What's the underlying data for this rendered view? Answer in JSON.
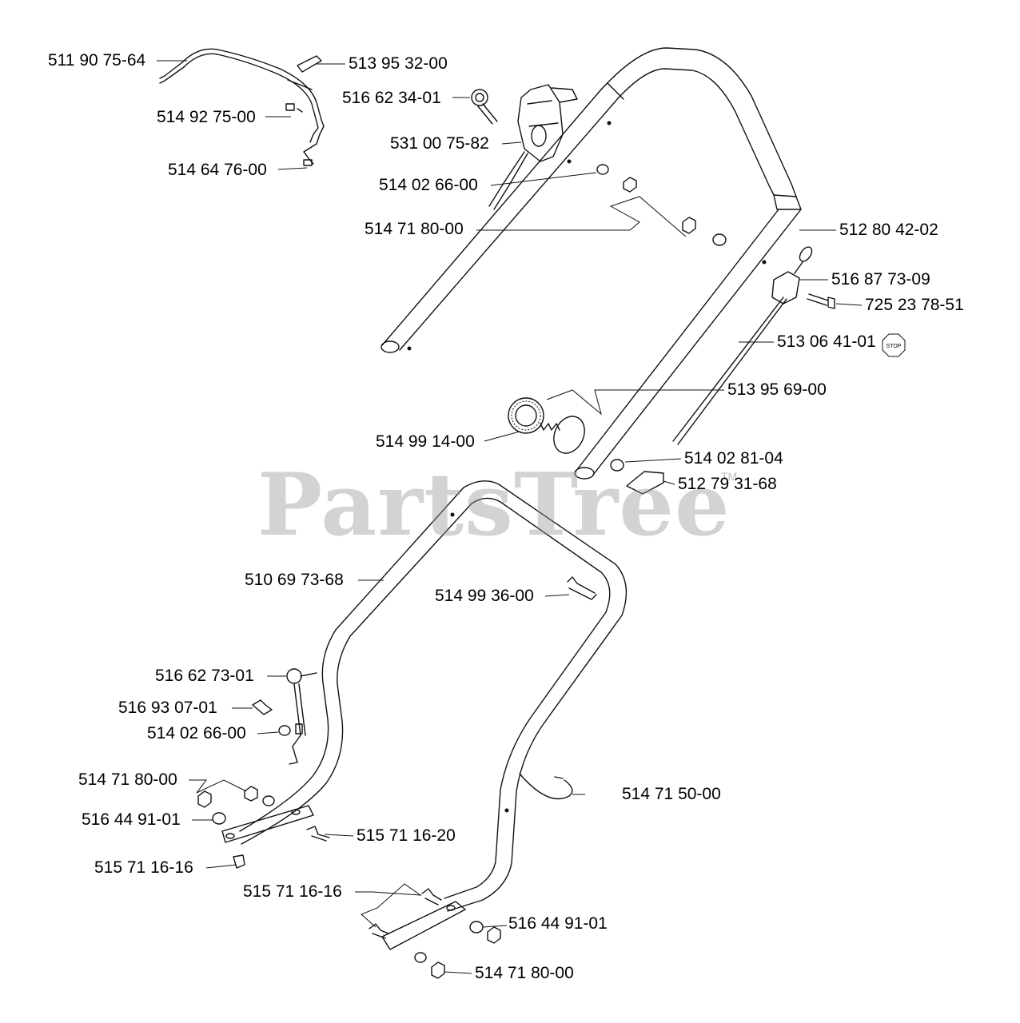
{
  "watermark": {
    "text": "PartsTree",
    "mark": "TM"
  },
  "stop_badge": "STOP",
  "parts": [
    {
      "id": "p01",
      "number": "511 90 75-64"
    },
    {
      "id": "p02",
      "number": "513 95 32-00"
    },
    {
      "id": "p03",
      "number": "516 62 34-01"
    },
    {
      "id": "p04",
      "number": "514 92 75-00"
    },
    {
      "id": "p05",
      "number": "531 00 75-82"
    },
    {
      "id": "p06",
      "number": "514 64 76-00"
    },
    {
      "id": "p07",
      "number": "514 02 66-00"
    },
    {
      "id": "p08",
      "number": "514 71 80-00"
    },
    {
      "id": "p09",
      "number": "512 80 42-02"
    },
    {
      "id": "p10",
      "number": "516 87 73-09"
    },
    {
      "id": "p11",
      "number": "725 23 78-51"
    },
    {
      "id": "p12",
      "number": "513 06 41-01"
    },
    {
      "id": "p13",
      "number": "513 95 69-00"
    },
    {
      "id": "p14",
      "number": "514 99 14-00"
    },
    {
      "id": "p15",
      "number": "514 02 81-04"
    },
    {
      "id": "p16",
      "number": "512 79 31-68"
    },
    {
      "id": "p17",
      "number": "510 69 73-68"
    },
    {
      "id": "p18",
      "number": "514 99 36-00"
    },
    {
      "id": "p19",
      "number": "516 62 73-01"
    },
    {
      "id": "p20",
      "number": "516 93 07-01"
    },
    {
      "id": "p21",
      "number": "514 02 66-00"
    },
    {
      "id": "p22",
      "number": "514 71 80-00"
    },
    {
      "id": "p23",
      "number": "514 71 50-00"
    },
    {
      "id": "p24",
      "number": "516 44 91-01"
    },
    {
      "id": "p25",
      "number": "515 71 16-20"
    },
    {
      "id": "p26",
      "number": "515 71 16-16"
    },
    {
      "id": "p27",
      "number": "515 71 16-16"
    },
    {
      "id": "p28",
      "number": "516 44 91-01"
    },
    {
      "id": "p29",
      "number": "514 71 80-00"
    }
  ]
}
